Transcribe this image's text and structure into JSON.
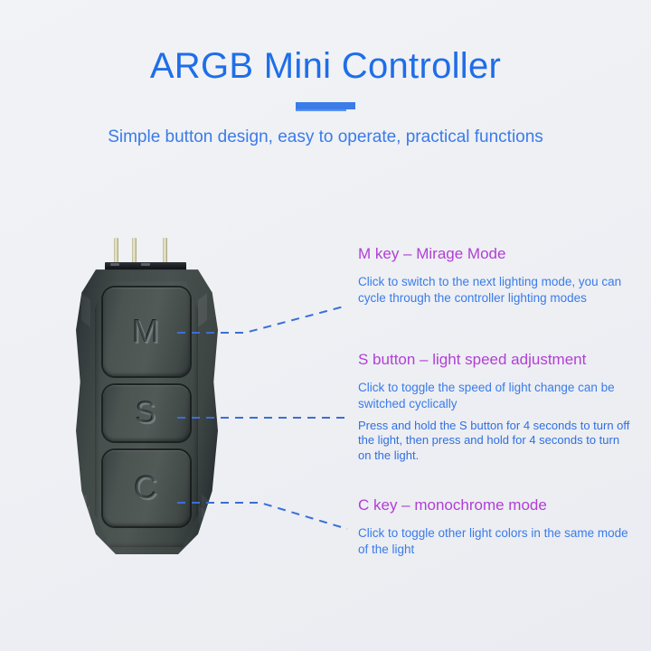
{
  "header": {
    "title": "ARGB Mini Controller",
    "subtitle": "Simple button design, easy to operate, practical functions",
    "accent_color": "#1f6ee8",
    "rule_color": "#3b7ce8"
  },
  "device": {
    "name": "argb-mini-controller",
    "pin_count": 3,
    "body_color": "#474f4d",
    "buttons": [
      {
        "id": "m",
        "label": "M"
      },
      {
        "id": "s",
        "label": "S"
      },
      {
        "id": "c",
        "label": "C"
      }
    ]
  },
  "callouts": [
    {
      "id": "m",
      "heading": "M key – Mirage Mode",
      "paragraphs": [
        "Click to switch to the next lighting mode, you can cycle through the controller lighting modes"
      ]
    },
    {
      "id": "s",
      "heading": "S button – light speed adjustment",
      "paragraphs": [
        "Click to toggle the speed of light change can be switched cyclically",
        "Press and hold the S button for 4 seconds to turn off the light, then press and hold for 4 seconds to turn on the light."
      ]
    },
    {
      "id": "c",
      "heading": "C key – monochrome mode",
      "paragraphs": [
        "Click to toggle other light colors in the same mode of the light"
      ]
    }
  ],
  "colors": {
    "heading": "#b13fd4",
    "body_text": "#3a7bea",
    "line": "#3b6fd4",
    "background": "#eef0f4"
  }
}
